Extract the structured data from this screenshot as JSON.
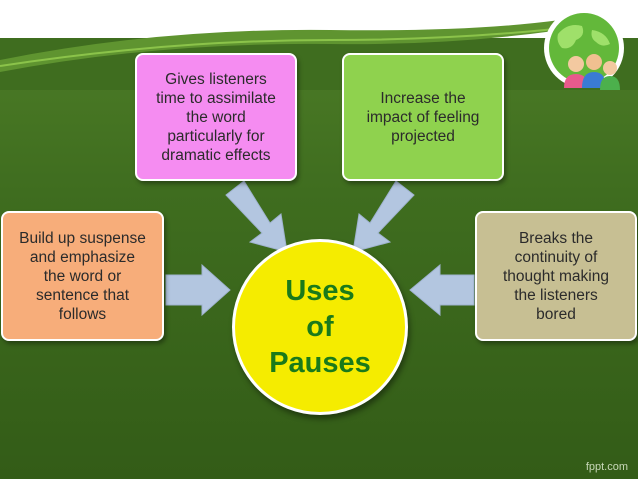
{
  "center": {
    "label": "Uses\nof\nPauses"
  },
  "boxes": {
    "pink": "Gives listeners\ntime to assimilate\nthe word\nparticularly for\ndramatic effects",
    "green": "Increase the\nimpact of feeling\nprojected",
    "orange": "Build up suspense\nand emphasize\nthe word or\nsentence that\nfollows",
    "tan": "Breaks the\ncontinuity of\nthought making\nthe listeners\nbored"
  },
  "footer": "fppt.com",
  "colors": {
    "background": "#3f6d1f",
    "center_fill": "#f5ec00",
    "center_text": "#1a7a1a",
    "pink": "#f58cf1",
    "green": "#8fd24e",
    "orange": "#f7ad7a",
    "tan": "#c7bf93",
    "arrow": "#b3c6e0"
  },
  "icons": [
    "globe-icon",
    "people-icon"
  ]
}
